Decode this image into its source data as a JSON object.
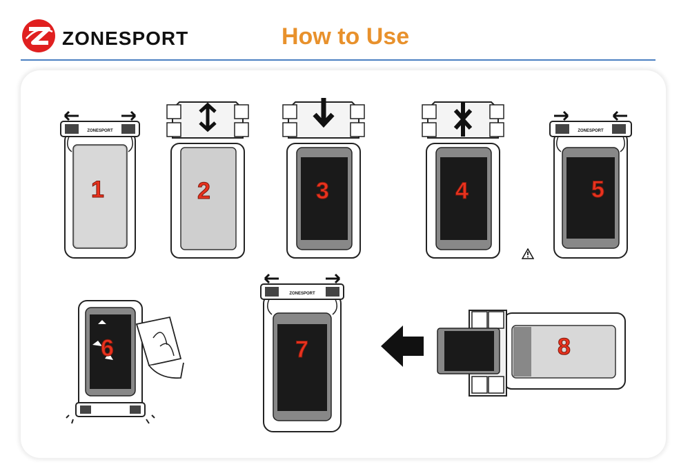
{
  "header": {
    "brand": "ZONESPORT",
    "title": "How to Use"
  },
  "pouch_brand": "ZONESPORT",
  "steps": [
    {
      "number": "1"
    },
    {
      "number": "2"
    },
    {
      "number": "3"
    },
    {
      "number": "4"
    },
    {
      "number": "5"
    },
    {
      "number": "6"
    },
    {
      "number": "7"
    },
    {
      "number": "8"
    }
  ],
  "icons": {
    "logo": "zonesport-logo-icon",
    "warning": "warning-triangle-icon",
    "direction": "left-arrow-icon"
  },
  "colors": {
    "title": "#e8912c",
    "step_number": "#e8321e",
    "rule": "#4a7fc1",
    "logo": "#e02020"
  }
}
